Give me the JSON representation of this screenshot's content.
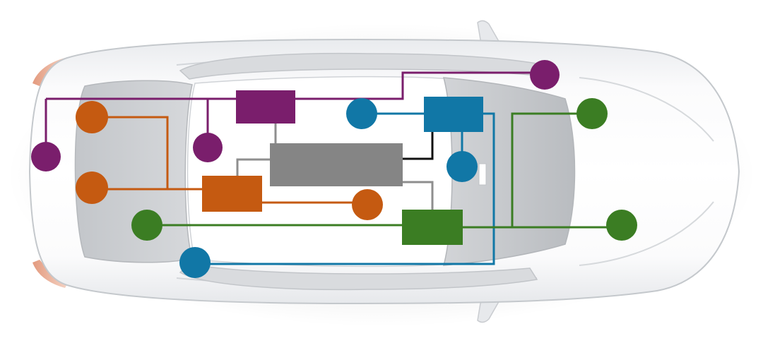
{
  "diagram": {
    "colors": {
      "purple": "#7a1e6c",
      "orange": "#c55a11",
      "blue": "#1177a6",
      "green": "#3b7d23",
      "central_unit": "#858585",
      "link_gray": "#8e8e8e",
      "link_black": "#111111"
    },
    "nodes": [
      {
        "id": "purple-ecu",
        "shape": "box",
        "color": "purple"
      },
      {
        "id": "blue-ecu",
        "shape": "box",
        "color": "blue"
      },
      {
        "id": "central-gateway",
        "shape": "box",
        "color": "central_unit"
      },
      {
        "id": "orange-ecu",
        "shape": "box",
        "color": "orange"
      },
      {
        "id": "green-ecu",
        "shape": "box",
        "color": "green"
      },
      {
        "id": "purple-node-rear-left",
        "shape": "circle",
        "color": "purple"
      },
      {
        "id": "purple-node-rear-seat",
        "shape": "circle",
        "color": "purple"
      },
      {
        "id": "purple-node-front",
        "shape": "circle",
        "color": "purple"
      },
      {
        "id": "orange-node-rear-top",
        "shape": "circle",
        "color": "orange"
      },
      {
        "id": "orange-node-rear-bottom",
        "shape": "circle",
        "color": "orange"
      },
      {
        "id": "orange-node-center",
        "shape": "circle",
        "color": "orange"
      },
      {
        "id": "blue-node-top",
        "shape": "circle",
        "color": "blue"
      },
      {
        "id": "blue-node-right",
        "shape": "circle",
        "color": "blue"
      },
      {
        "id": "blue-node-bottom-left",
        "shape": "circle",
        "color": "blue"
      },
      {
        "id": "green-node-left",
        "shape": "circle",
        "color": "green"
      },
      {
        "id": "green-node-front-top",
        "shape": "circle",
        "color": "green"
      },
      {
        "id": "green-node-front-bottom",
        "shape": "circle",
        "color": "green"
      }
    ]
  }
}
